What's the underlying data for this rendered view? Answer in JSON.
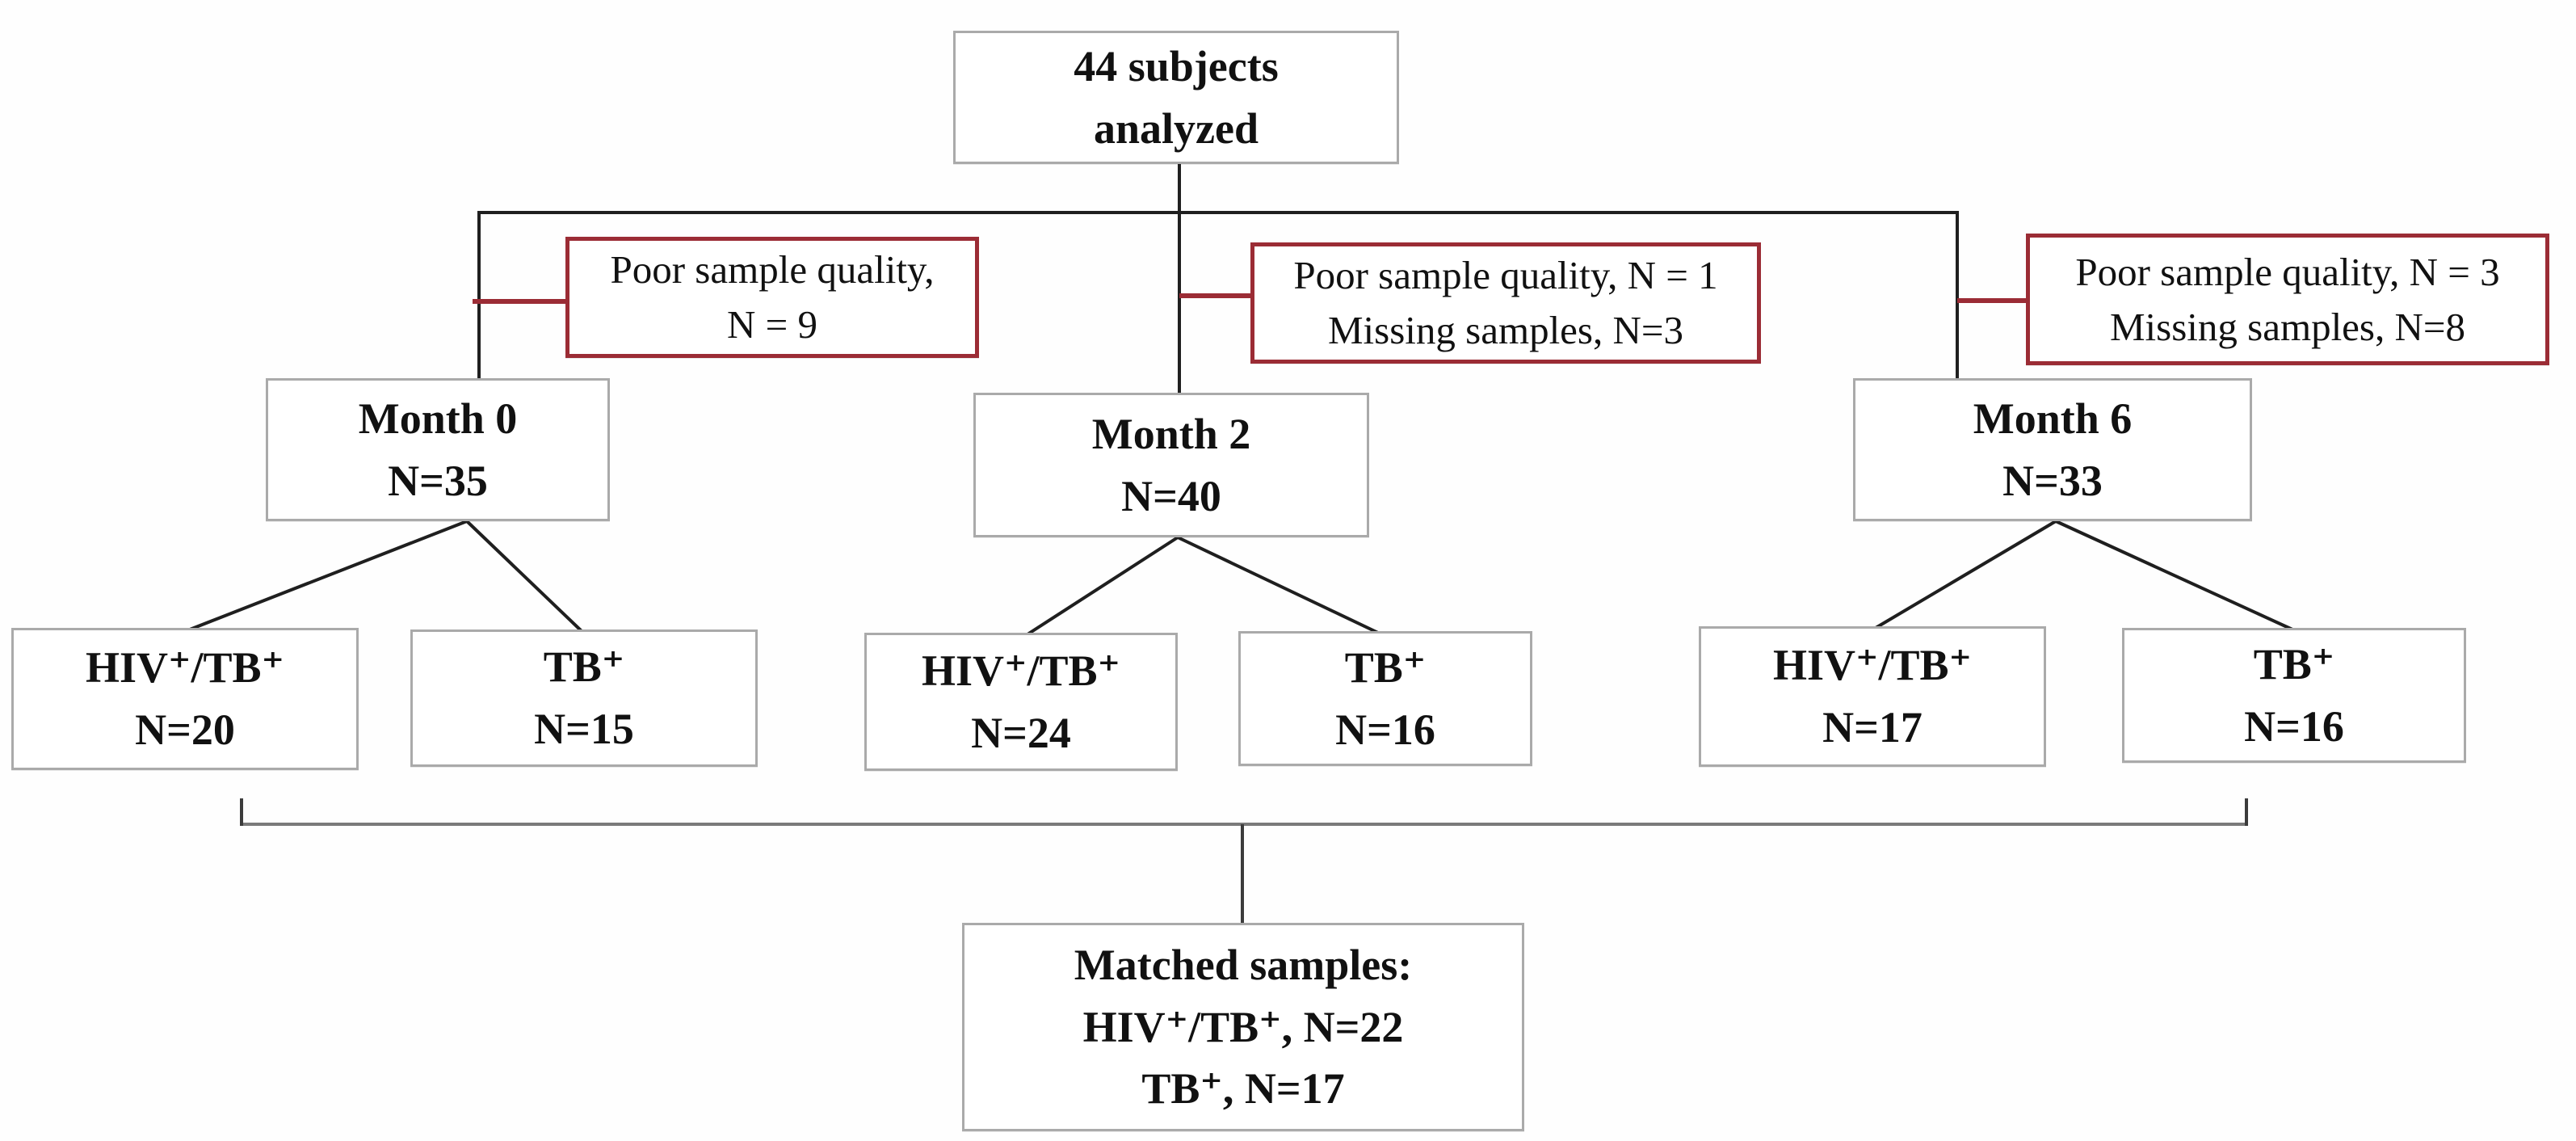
{
  "diagram": {
    "type": "flowchart",
    "description_boxes_font": "serif-bold",
    "colors": {
      "exclusion_border": "#9b2c35",
      "box_border": "#aaaaaa",
      "line_color": "#1f1f1f",
      "bracket_color": "#7a7a7a",
      "text_color": "#111111",
      "bg_color": "#fefefe"
    },
    "boxes": {
      "total": {
        "lines": [
          "44 subjects",
          "analyzed"
        ]
      },
      "exclusion_m0": {
        "lines": [
          "Poor sample quality,",
          "N = 9"
        ]
      },
      "exclusion_m2": {
        "lines": [
          "Poor sample quality, N = 1",
          "Missing samples, N=3"
        ]
      },
      "exclusion_m6": {
        "lines": [
          "Poor sample quality, N = 3",
          "Missing samples, N=8"
        ]
      },
      "month0": {
        "lines": [
          "Month 0",
          "N=35"
        ]
      },
      "month2": {
        "lines": [
          "Month 2",
          "N=40"
        ]
      },
      "month6": {
        "lines": [
          "Month 6",
          "N=33"
        ]
      },
      "hiv_tb_m0": {
        "lines": [
          "HIV⁺/TB⁺",
          "N=20"
        ]
      },
      "tb_m0": {
        "lines": [
          "TB⁺",
          "N=15"
        ]
      },
      "hiv_tb_m2": {
        "lines": [
          "HIV⁺/TB⁺",
          "N=24"
        ]
      },
      "tb_m2": {
        "lines": [
          "TB⁺",
          "N=16"
        ]
      },
      "hiv_tb_m6": {
        "lines": [
          "HIV⁺/TB⁺",
          "N=17"
        ]
      },
      "tb_m6": {
        "lines": [
          "TB⁺",
          "N=16"
        ]
      },
      "matched": {
        "lines": [
          "Matched samples:",
          "HIV⁺/TB⁺, N=22",
          "TB⁺, N=17"
        ]
      }
    }
  }
}
